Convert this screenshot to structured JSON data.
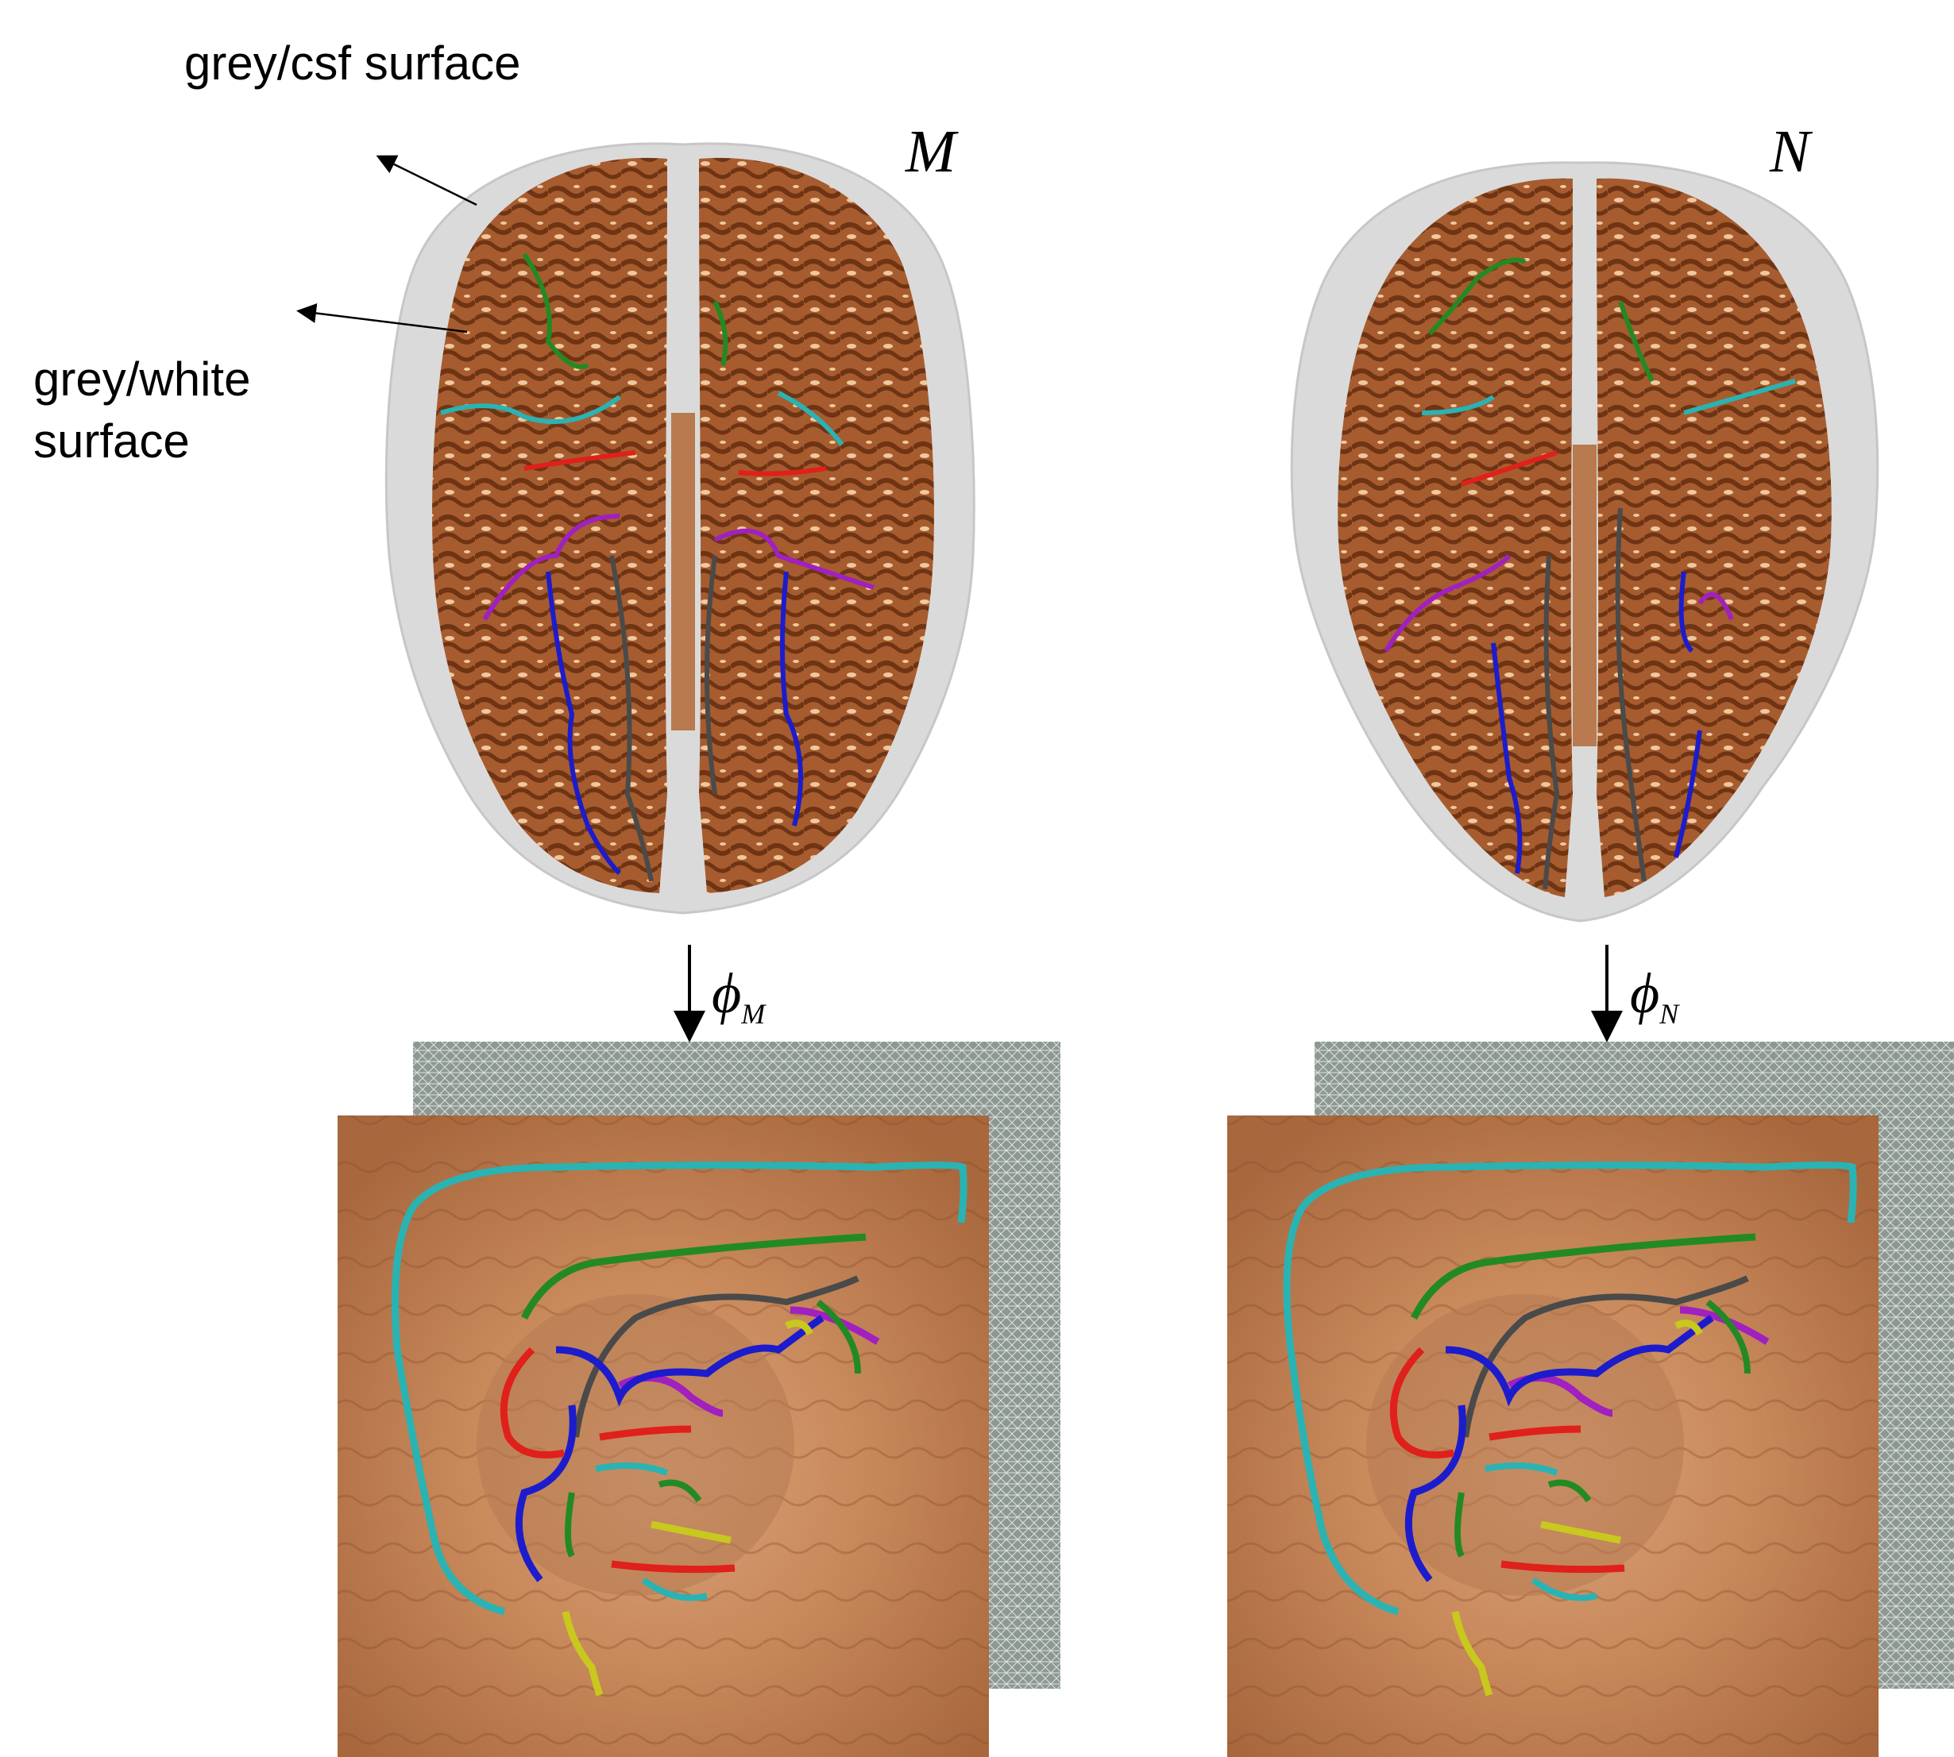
{
  "labels": {
    "grey_csf": "grey/csf surface",
    "grey_white_line1": "grey/white",
    "grey_white_line2": "surface",
    "brain_m": "M",
    "brain_n": "N",
    "map_m_symbol": "ϕ",
    "map_m_sub": "M",
    "map_n_symbol": "ϕ",
    "map_n_sub": "N"
  },
  "colors": {
    "cortex": "#a65c2e",
    "cortex_light": "#e9b98f",
    "csf_surface": "#d6d6d6",
    "mesh": "#8d9893",
    "flat_map": "#c98a5c",
    "cyan": "#2ab3b3",
    "green": "#238a23",
    "blue": "#1c1ccc",
    "red": "#e0201a",
    "magenta": "#a020c0",
    "yellow": "#c8c81e",
    "darkgrey": "#4a4a4a"
  }
}
